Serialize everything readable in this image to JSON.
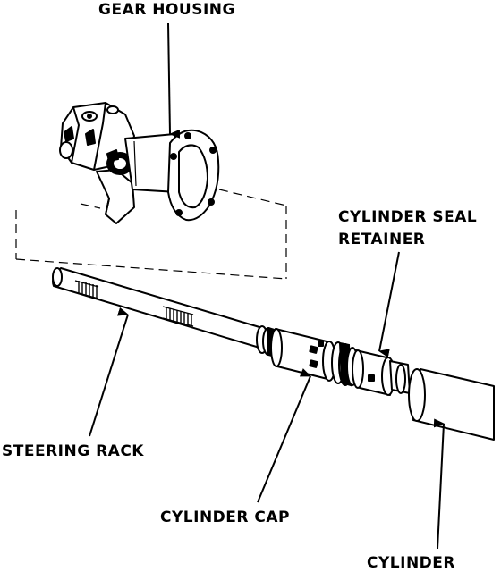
{
  "labels": {
    "gear_housing": "GEAR HOUSING",
    "cylinder_seal_retainer_line1": "CYLINDER SEAL",
    "cylinder_seal_retainer_line2": "RETAINER",
    "steering_rack": "STEERING RACK",
    "cylinder_cap": "CYLINDER CAP",
    "cylinder": "CYLINDER"
  },
  "colors": {
    "ink": "#000000",
    "paper": "#ffffff"
  }
}
